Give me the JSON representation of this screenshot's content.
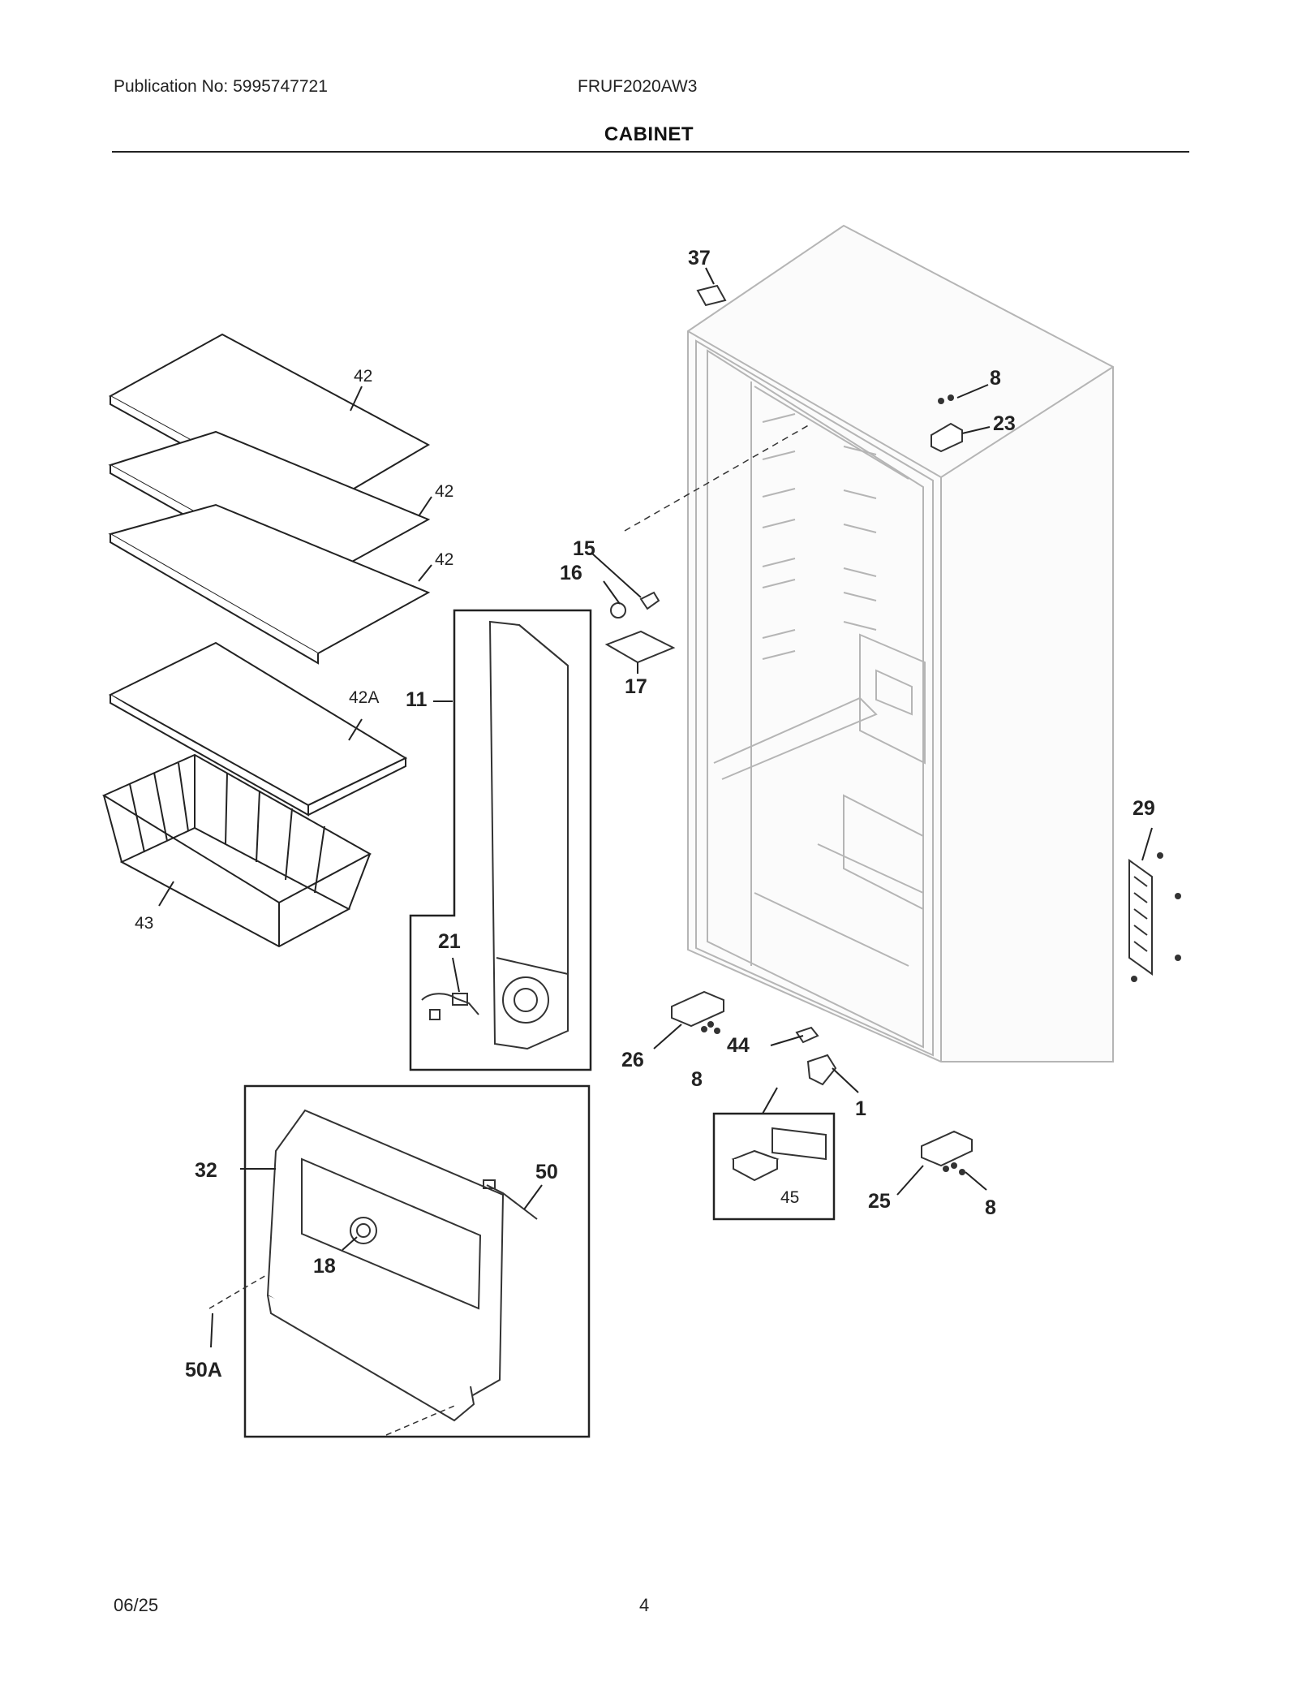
{
  "header": {
    "publication": "Publication No: 5995747721",
    "model": "FRUF2020AW3",
    "section_title": "CABINET"
  },
  "footer": {
    "date": "06/25",
    "page_number": "4"
  },
  "callouts": {
    "c37": "37",
    "c8a": "8",
    "c23": "23",
    "c42a": "42",
    "c42b": "42",
    "c42c": "42",
    "c42A": "42A",
    "c43": "43",
    "c11": "11",
    "c15": "15",
    "c16": "16",
    "c17": "17",
    "c21": "21",
    "c29": "29",
    "c26": "26",
    "c8b": "8",
    "c44": "44",
    "c1": "1",
    "c45": "45",
    "c25": "25",
    "c8c": "8",
    "c32": "32",
    "c50": "50",
    "c18": "18",
    "c50A": "50A"
  }
}
